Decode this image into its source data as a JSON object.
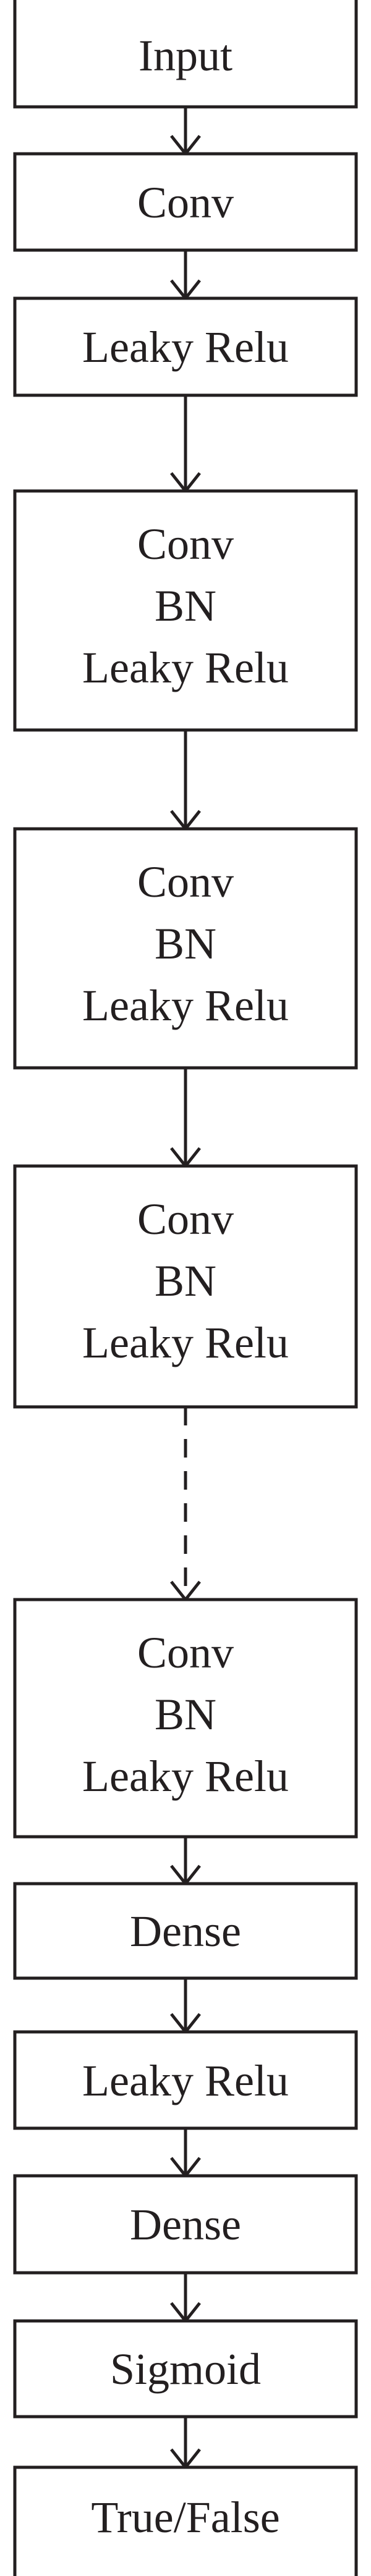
{
  "diagram": {
    "blocks": [
      {
        "lines": [
          "Input"
        ]
      },
      {
        "lines": [
          "Conv"
        ]
      },
      {
        "lines": [
          "Leaky Relu"
        ]
      },
      {
        "lines": [
          "Conv",
          "BN",
          "Leaky Relu"
        ]
      },
      {
        "lines": [
          "Conv",
          "BN",
          "Leaky Relu"
        ]
      },
      {
        "lines": [
          "Conv",
          "BN",
          "Leaky Relu"
        ]
      },
      {
        "lines": [
          "Conv",
          "BN",
          "Leaky Relu"
        ]
      },
      {
        "lines": [
          "Dense"
        ]
      },
      {
        "lines": [
          "Leaky Relu"
        ]
      },
      {
        "lines": [
          "Dense"
        ]
      },
      {
        "lines": [
          "Sigmoid"
        ]
      },
      {
        "lines": [
          "True/False"
        ]
      }
    ],
    "connectors": [
      "solid",
      "solid",
      "solid",
      "solid",
      "solid",
      "dashed",
      "solid",
      "solid",
      "solid",
      "solid",
      "solid"
    ],
    "stroke_color": "#231f20",
    "text_color": "#231f20"
  }
}
